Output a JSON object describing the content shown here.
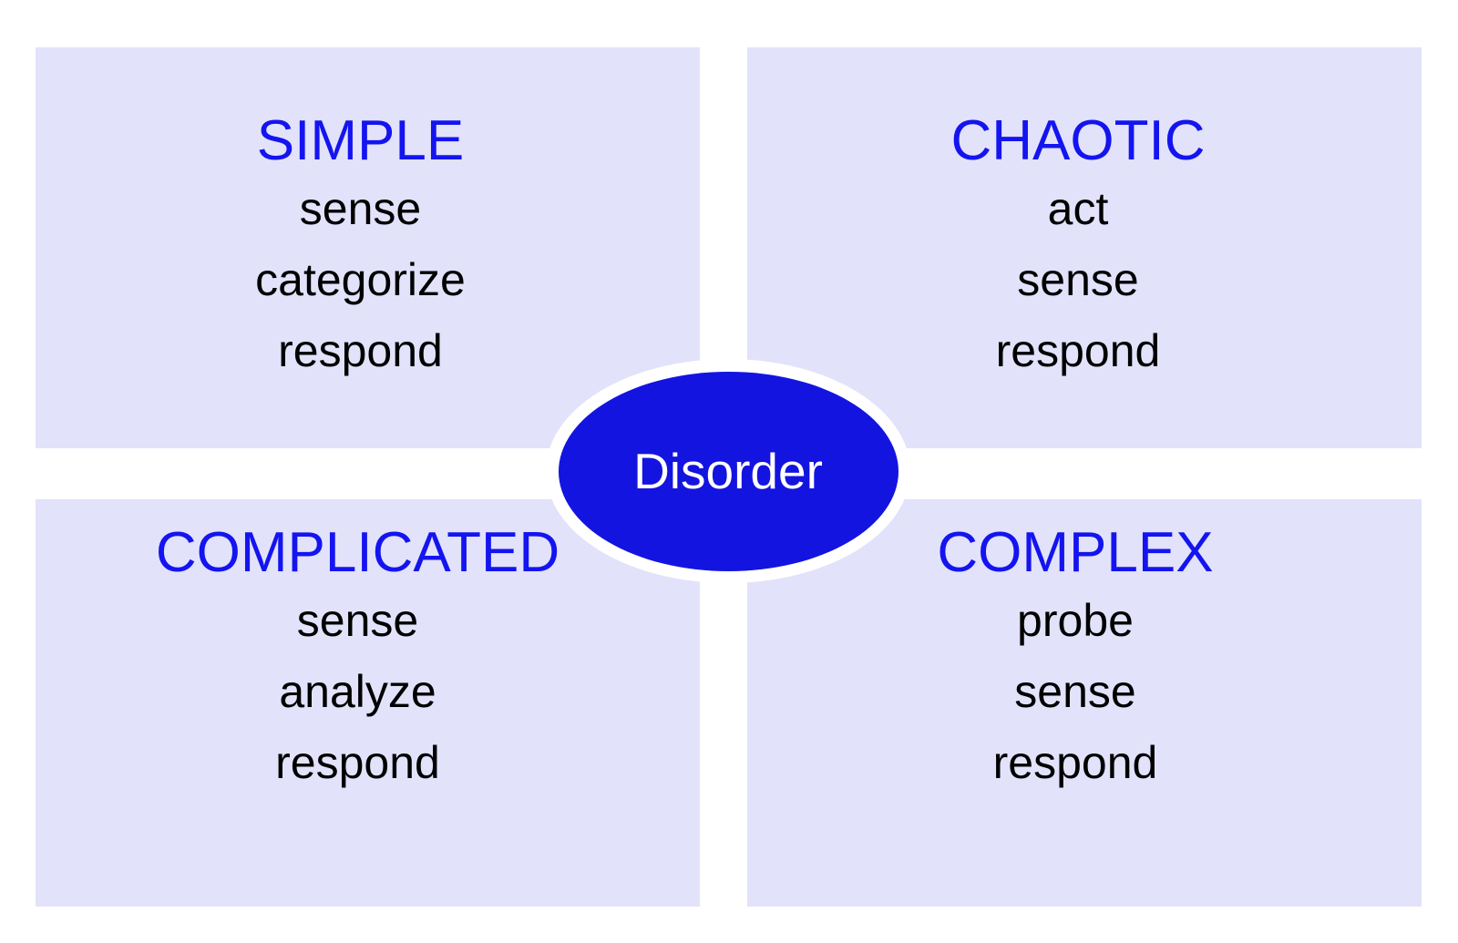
{
  "diagram": {
    "type": "cynefin-framework",
    "background_color": "#ffffff",
    "panel_color": "#e2e2fb",
    "title_color": "#1414f0",
    "step_color": "#000000",
    "center": {
      "label": "Disorder",
      "fill_color": "#1414e0",
      "ring_color": "#ffffff",
      "text_color": "#ffffff",
      "shape": "ellipse"
    },
    "quadrants": [
      {
        "id": "simple",
        "position": "top-left",
        "title": "SIMPLE",
        "steps": [
          "sense",
          "categorize",
          "respond"
        ]
      },
      {
        "id": "chaotic",
        "position": "top-right",
        "title": "CHAOTIC",
        "steps": [
          "act",
          "sense",
          "respond"
        ]
      },
      {
        "id": "complicated",
        "position": "bottom-left",
        "title": "COMPLICATED",
        "steps": [
          "sense",
          "analyze",
          "respond"
        ]
      },
      {
        "id": "complex",
        "position": "bottom-right",
        "title": "COMPLEX",
        "steps": [
          "probe",
          "sense",
          "respond"
        ]
      }
    ]
  }
}
